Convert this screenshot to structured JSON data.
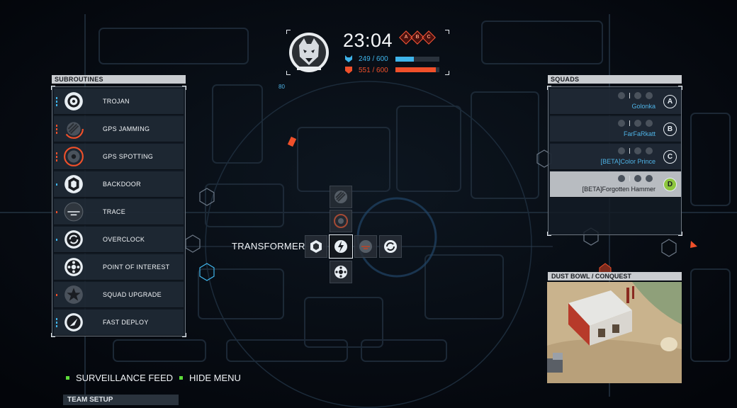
{
  "hud": {
    "timer": "23:04",
    "objectives": [
      "A",
      "B",
      "C"
    ],
    "team_blue": {
      "score_text": "249 / 600",
      "current": 249,
      "max": 600,
      "color": "#3fb4ea"
    },
    "team_red": {
      "score_text": "551 / 600",
      "current": 551,
      "max": 600,
      "color": "#f0502a"
    },
    "map_marker_label": "80"
  },
  "subroutines": {
    "title": "SUBROUTINES",
    "items": [
      {
        "label": "TROJAN",
        "icon": "target-icon",
        "pip_color": "#3fb4ea",
        "pips": 3
      },
      {
        "label": "GPS JAMMING",
        "icon": "jamming-icon",
        "pip_color": "#f0502a",
        "pips": 3
      },
      {
        "label": "GPS SPOTTING",
        "icon": "spotting-icon",
        "pip_color": "#f0502a",
        "pips": 3
      },
      {
        "label": "BACKDOOR",
        "icon": "backdoor-icon",
        "pip_color": "#3fb4ea",
        "pips": 1
      },
      {
        "label": "TRACE",
        "icon": "trace-icon",
        "pip_color": "#f0502a",
        "pips": 1
      },
      {
        "label": "OVERCLOCK",
        "icon": "overclock-icon",
        "pip_color": "#3fb4ea",
        "pips": 1
      },
      {
        "label": "POINT OF INTEREST",
        "icon": "point-of-interest-icon",
        "pip_color": "#3fb4ea",
        "pips": 0
      },
      {
        "label": "SQUAD UPGRADE",
        "icon": "star-icon",
        "pip_color": "#f0502a",
        "pips": 1
      },
      {
        "label": "FAST DEPLOY",
        "icon": "fast-deploy-icon",
        "pip_color": "#3fb4ea",
        "pips": 3
      }
    ]
  },
  "squads": {
    "title": "SQUADS",
    "items": [
      {
        "name": "Golonka",
        "letter": "A",
        "selected": false
      },
      {
        "name": "FarFaRkatt",
        "letter": "B",
        "selected": false
      },
      {
        "name": "[BETA]Color Prince",
        "letter": "C",
        "selected": false
      },
      {
        "name": "[BETA]Forgotten Hammer",
        "letter": "D",
        "selected": true
      }
    ]
  },
  "radial_menu": {
    "selected_label": "TRANSFORMER"
  },
  "map_info": {
    "title": "DUST BOWL  /  CONQUEST"
  },
  "controls": {
    "surveillance_feed": "SURVEILLANCE FEED",
    "hide_menu": "HIDE MENU",
    "team_setup": "TEAM SETUP"
  },
  "colors": {
    "accent_blue": "#3fb4ea",
    "accent_red": "#f0502a",
    "accent_green": "#5ddc3a"
  }
}
